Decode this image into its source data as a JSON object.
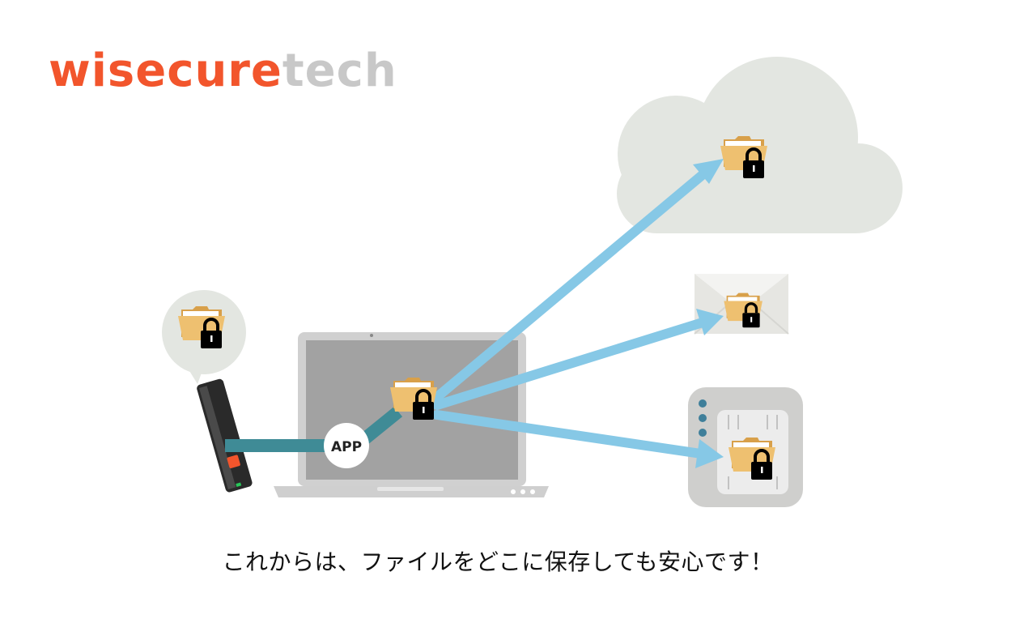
{
  "logo": {
    "text_brand": "wisecure",
    "text_suffix": "tech",
    "brand_color": "#f2552c",
    "suffix_color": "#c8c8c8"
  },
  "app_badge": {
    "label": "APP"
  },
  "caption": "これからは、ファイルをどこに保存しても安心です！",
  "colors": {
    "arrow": "#86c8e6",
    "cable": "#3f8b96",
    "cloud": "#e3e6e1",
    "laptop_frame": "#d0d0d0",
    "laptop_screen": "#a2a2a2",
    "folder": "#e8b765",
    "lock": "#000000"
  },
  "icons": {
    "usb": "usb-key-icon",
    "laptop": "laptop-icon",
    "cloud": "cloud-icon",
    "mail": "envelope-icon",
    "server": "server-icon",
    "locked_folder": "locked-folder-icon"
  }
}
